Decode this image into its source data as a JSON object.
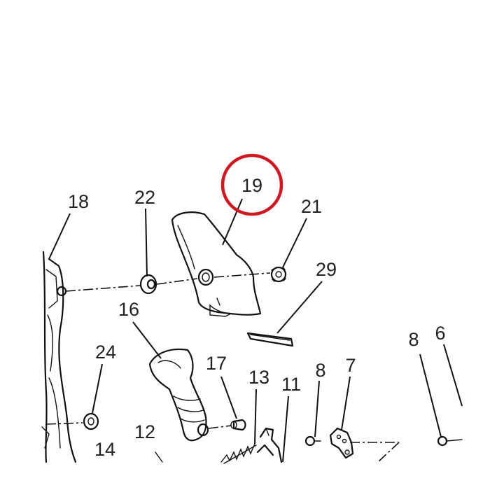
{
  "diagram": {
    "callouts": {
      "p18": "18",
      "p22": "22",
      "p19": "19",
      "p21": "21",
      "p29": "29",
      "p16": "16",
      "p24": "24",
      "p17": "17",
      "p13": "13",
      "p8a": "8",
      "p7": "7",
      "p11": "11",
      "p8b": "8",
      "p6": "6",
      "p12": "12",
      "p14": "14"
    },
    "highlight": {
      "part": "19",
      "color": "#d0161e"
    },
    "line_color": "#111111"
  }
}
